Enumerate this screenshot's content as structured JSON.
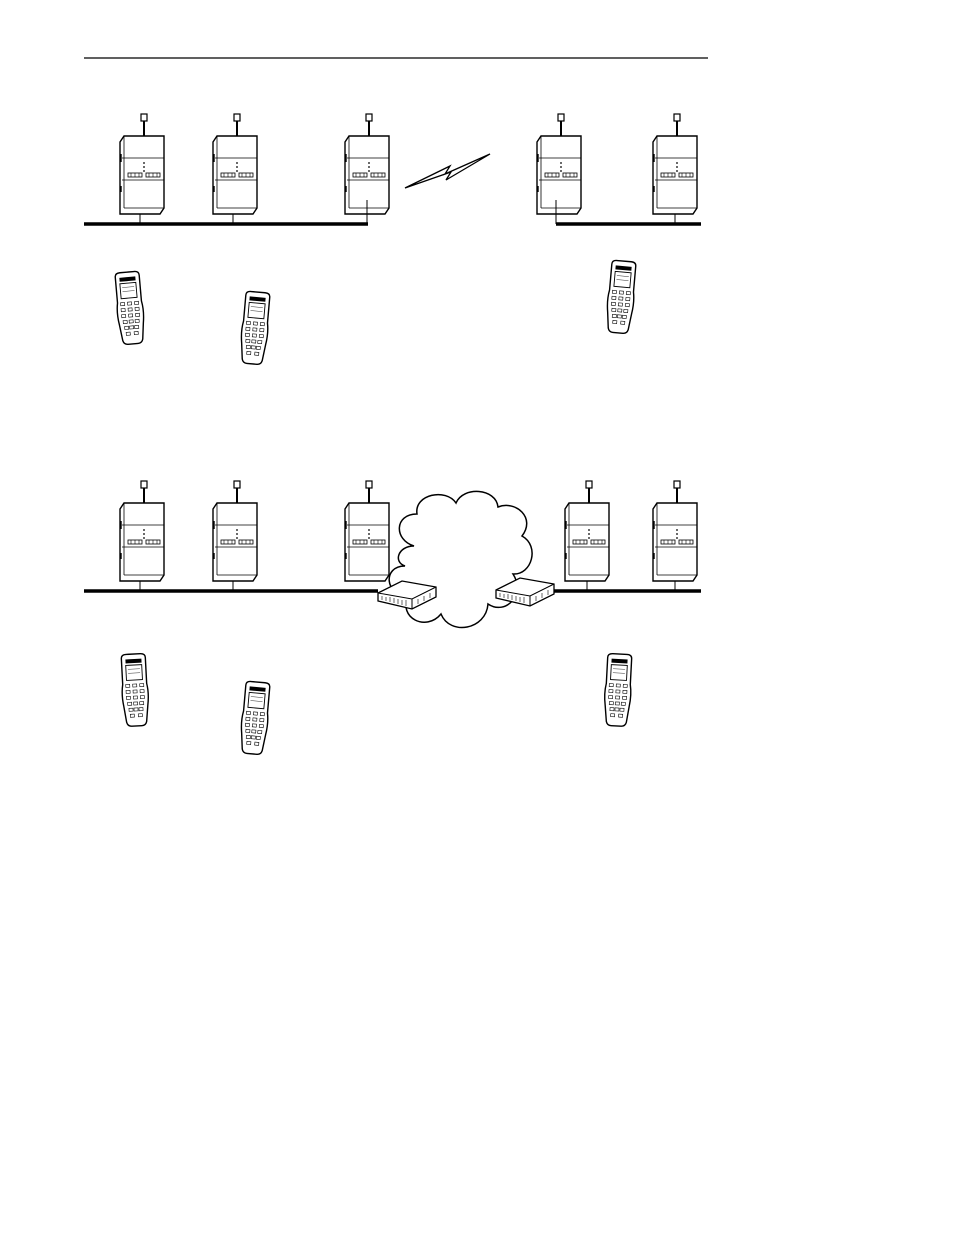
{
  "page": {
    "background": "#ffffff",
    "ink": "#000000"
  },
  "diagrams": [
    {
      "id": "wireless-bridge",
      "link_type": "radio-link",
      "access_points": 5,
      "handheld_terminals": 3
    },
    {
      "id": "wan-cloud",
      "link_type": "wan-cloud-with-routers",
      "access_points": 5,
      "handheld_terminals": 3,
      "routers": 2
    }
  ],
  "icons": {
    "access_point": "access-point-icon",
    "handheld_terminal": "handheld-terminal-icon",
    "router": "router-icon",
    "cloud": "wan-cloud-icon",
    "radio_link": "lightning-bolt-icon"
  }
}
